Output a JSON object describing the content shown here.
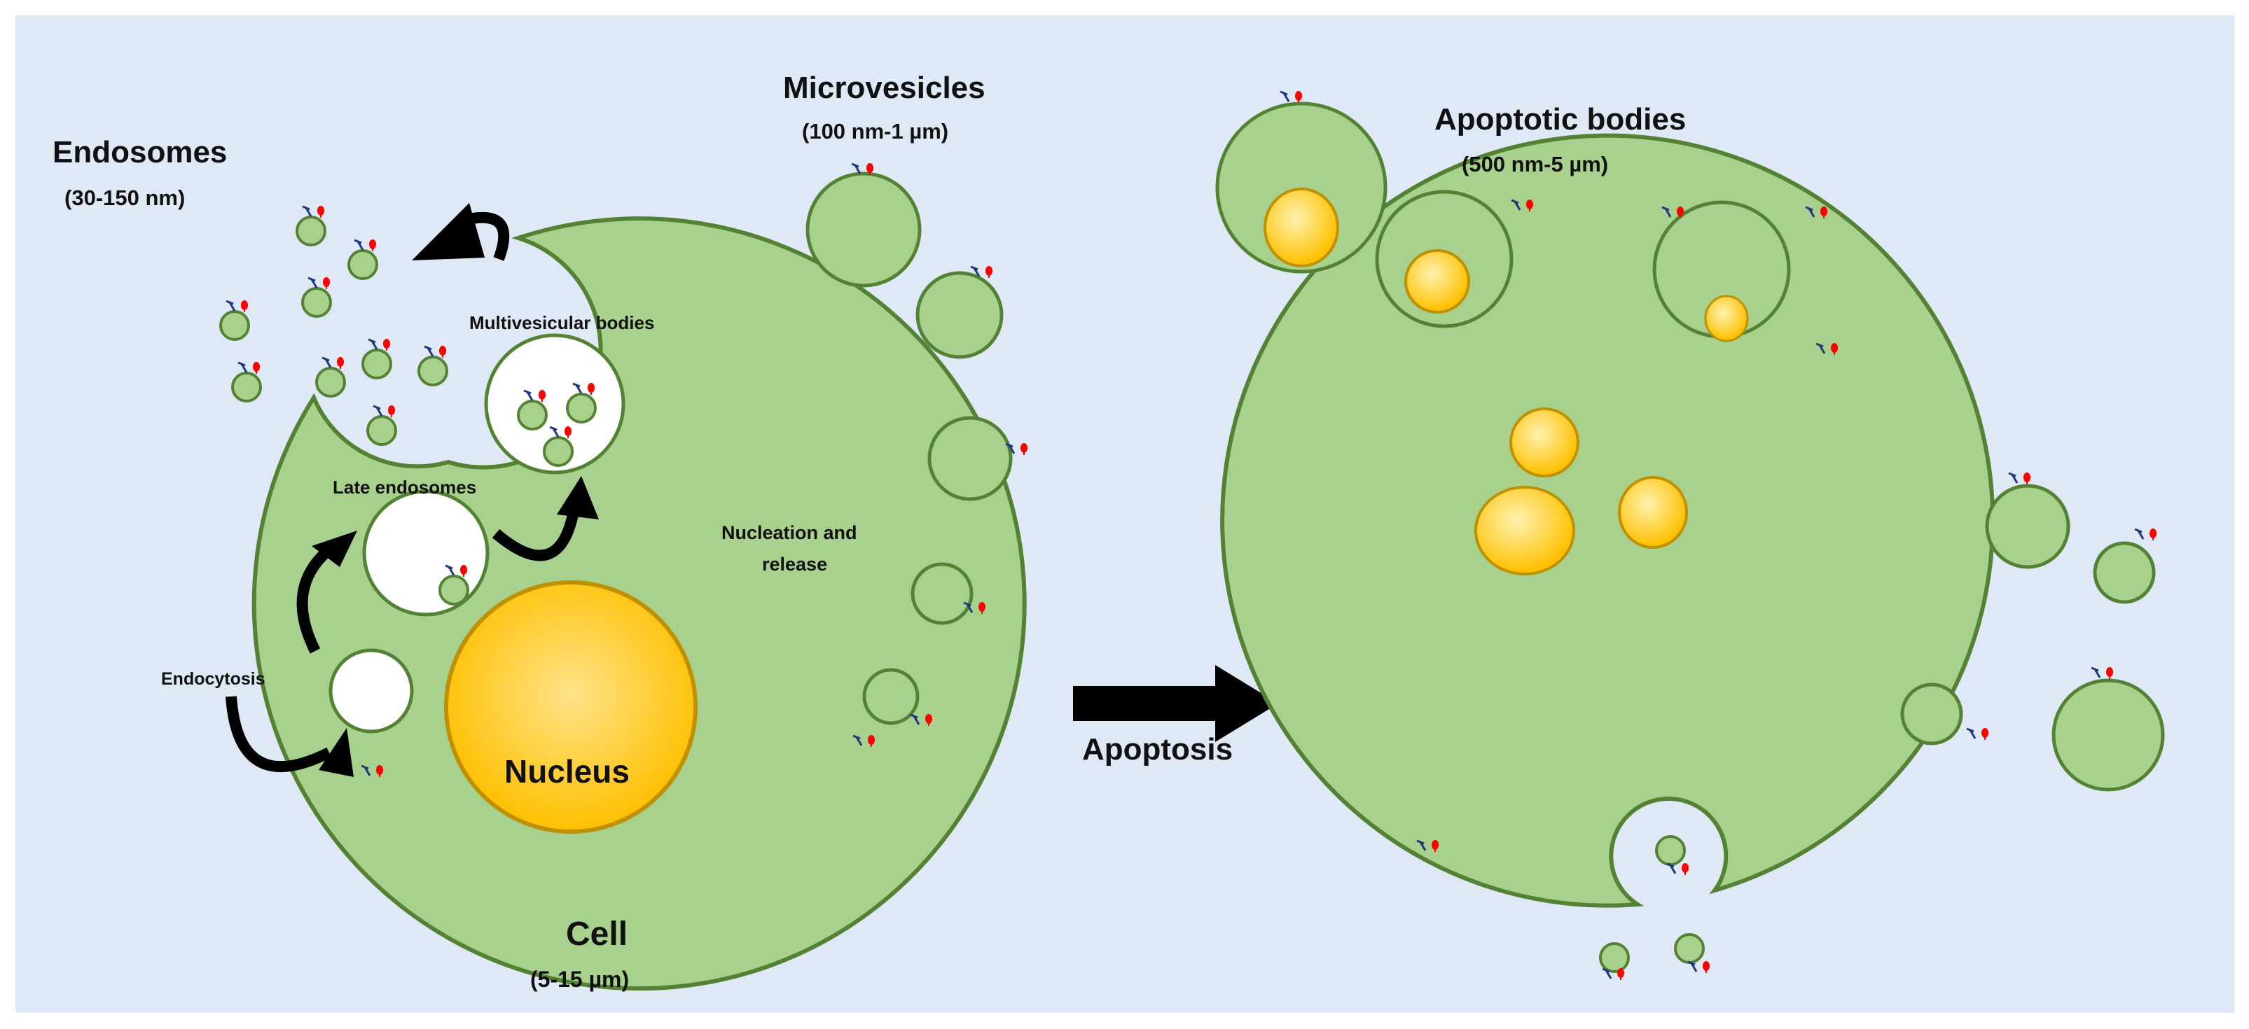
{
  "colors": {
    "background": "#dfe9f5",
    "frame": "#ffffff",
    "membrane_fill": "#a9d18e",
    "membrane_stroke": "#548235",
    "nucleus_fill": "#ffc000",
    "nucleus_stroke": "#bf9000",
    "vesicle_interior": "#ffffff",
    "arrow": "#000000",
    "marker_red": "#ff0000",
    "marker_blue": "#1f3a7a"
  },
  "labels": {
    "endosomes_title": "Endosomes",
    "endosomes_size": "(30-150 nm)",
    "microvesicles_title": "Microvesicles",
    "microvesicles_size": "(100 nm-1 µm)",
    "multivesicular_bodies": "Multivesicular bodies",
    "late_endosomes": "Late endosomes",
    "nucleation_line1": "Nucleation and",
    "nucleation_line2": "release",
    "endocytosis": "Endocytosis",
    "nucleus": "Nucleus",
    "cell_title": "Cell",
    "cell_size": "(5-15 µm)",
    "apoptosis": "Apoptosis",
    "apoptotic_title": "Apoptotic bodies",
    "apoptotic_size": "(500 nm-5 µm)"
  },
  "icons": {
    "process_arrow": "curved-arrow",
    "transition_arrow": "right-arrow",
    "surface_marker": "receptor-marker"
  }
}
